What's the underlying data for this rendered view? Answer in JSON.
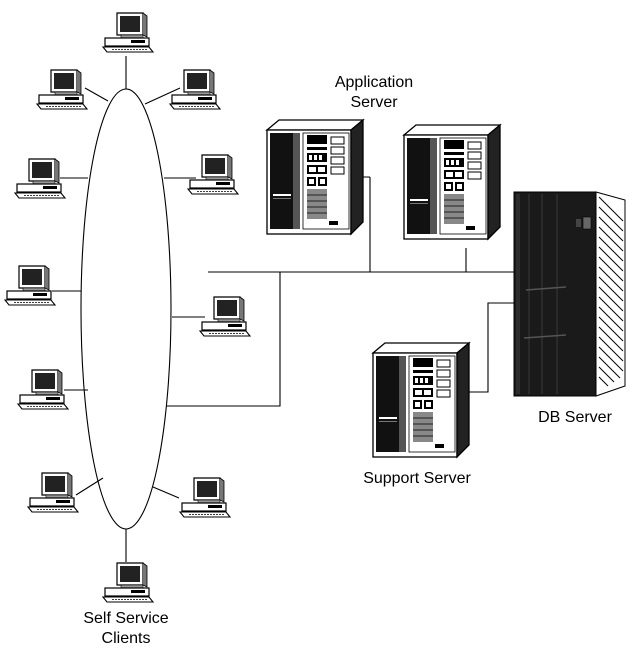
{
  "labels": {
    "application_server_line1": "Application",
    "application_server_line2": "Server",
    "db_server": "DB Server",
    "support_server": "Support Server",
    "clients_line1": "Self Service",
    "clients_line2": "Clients"
  },
  "icons": {
    "workstation": "desktop-computer-icon",
    "tower_server": "tower-server-icon",
    "mainframe": "mainframe-server-icon"
  },
  "colors": {
    "ink": "#000000",
    "paper": "#ffffff",
    "mainframe_body": "#1a1a1a"
  }
}
